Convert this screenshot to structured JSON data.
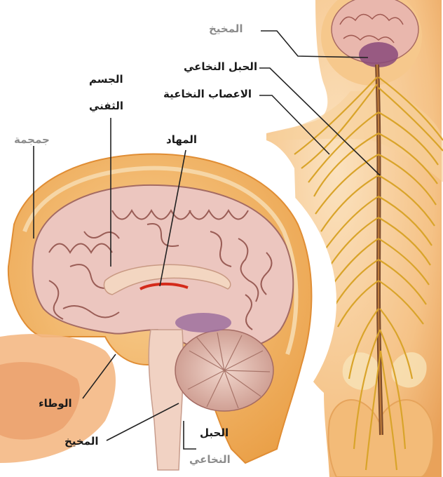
{
  "labels": {
    "brain_right": "المخيخ",
    "spinal_cord_right": "الحبل النخاعي",
    "spinal_nerves": "الاعصاب النخاعية",
    "corpus_line1": "الجسم",
    "corpus_line2": "الثفني",
    "thalamus": "المهاد",
    "skull": "جمجمة",
    "hypothalamus": "الوطاء",
    "cerebellum": "المخيخ",
    "spinal_cord_line1": "الحبل",
    "spinal_cord_line2": "النخاعي"
  },
  "colors": {
    "brain": "#ecc6bf",
    "brain_fold": "#9a5d56",
    "skin": "#f5c487",
    "skin_light": "#fbe3c2",
    "nerve": "#d9a42a",
    "spine": "#7a4a2a",
    "leader": "#222222"
  }
}
